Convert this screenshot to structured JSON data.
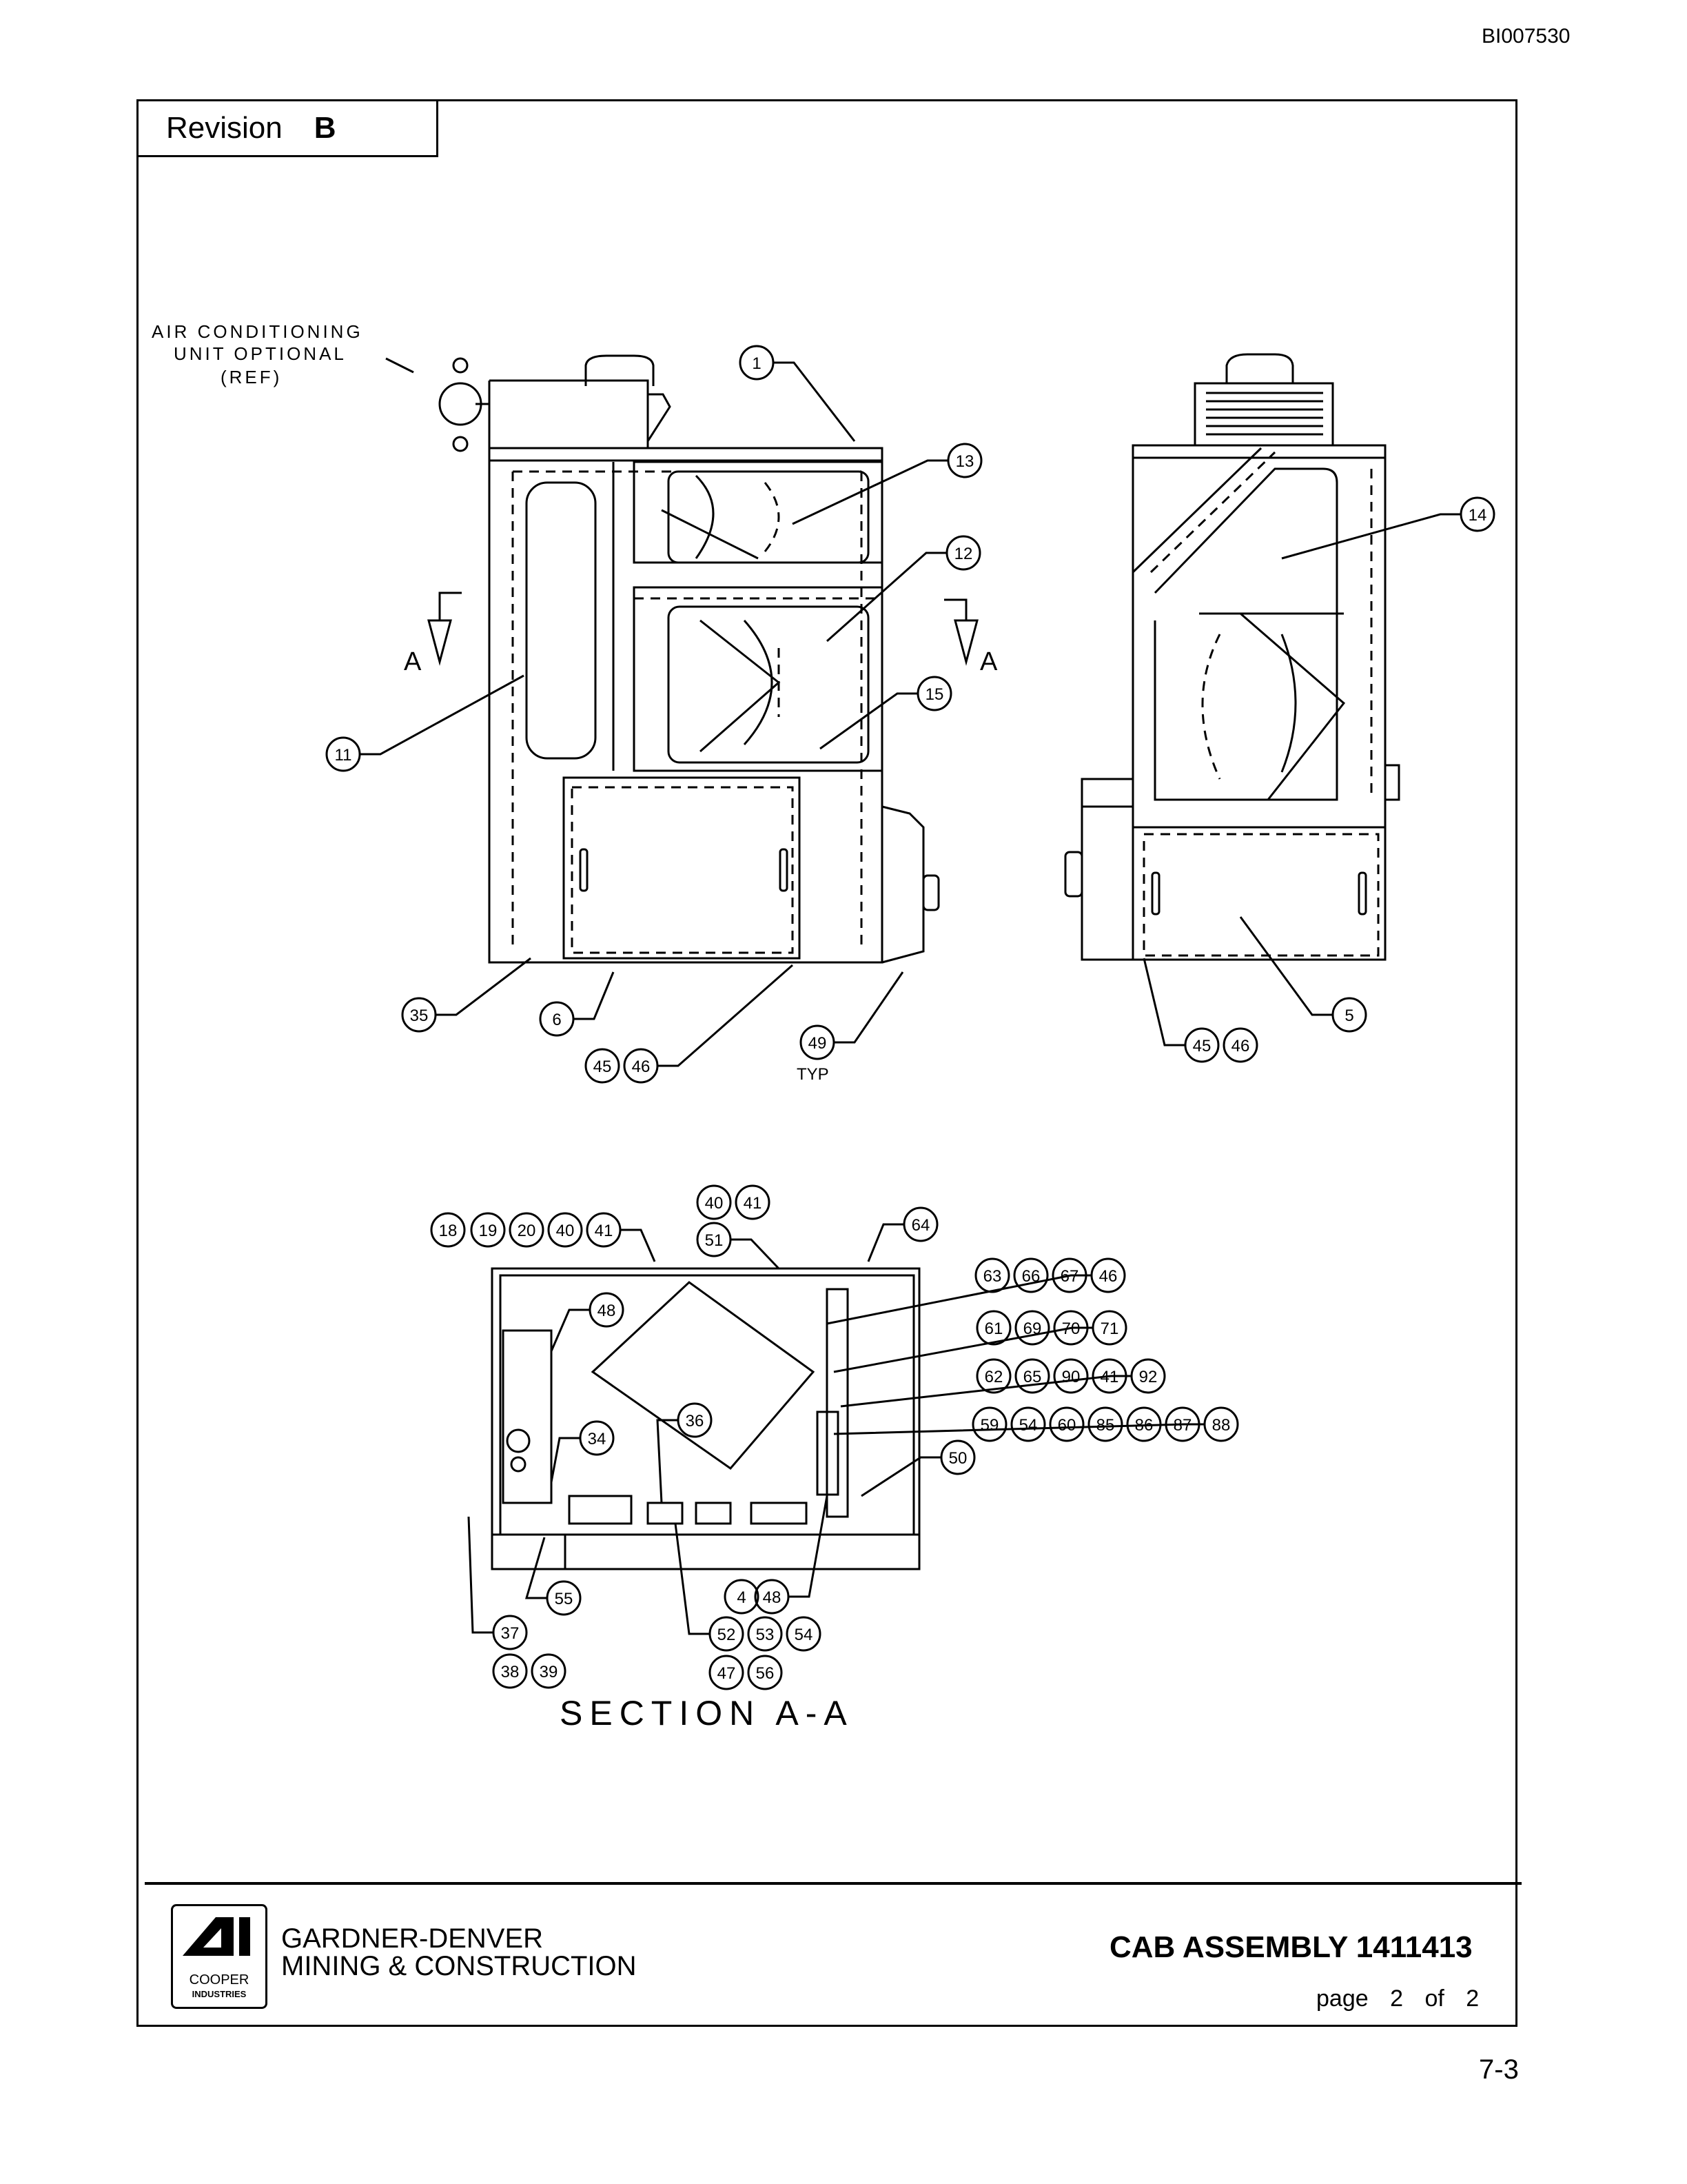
{
  "header": {
    "doc_id": "BI007530"
  },
  "revision": {
    "label": "Revision",
    "value": "B"
  },
  "drawing": {
    "note_line1": "AIR CONDITIONING",
    "note_line2": "UNIT OPTIONAL",
    "note_line3": "(REF)",
    "view_marker": "A",
    "section_title": "SECTION A-A",
    "typ_label": "TYP",
    "callouts": [
      "1",
      "13",
      "12",
      "15",
      "11",
      "14",
      "35",
      "6",
      "45",
      "46",
      "49",
      "45",
      "46",
      "5",
      "18",
      "19",
      "20",
      "40",
      "41",
      "40",
      "41",
      "51",
      "64",
      "63",
      "66",
      "67",
      "46",
      "61",
      "69",
      "70",
      "71",
      "62",
      "65",
      "90",
      "41",
      "92",
      "59",
      "54",
      "60",
      "85",
      "86",
      "87",
      "88",
      "48",
      "36",
      "34",
      "50",
      "55",
      "4",
      "48",
      "37",
      "38",
      "39",
      "52",
      "53",
      "54",
      "47",
      "56"
    ]
  },
  "title_block": {
    "logo_name": "COOPER",
    "logo_sub": "INDUSTRIES",
    "company_line1": "GARDNER-DENVER",
    "company_line2": "MINING & CONSTRUCTION",
    "title": "CAB ASSEMBLY  1411413",
    "page_word": "page",
    "page_num": "2",
    "of_word": "of",
    "page_total": "2"
  },
  "footer": {
    "sheet": "7-3"
  }
}
